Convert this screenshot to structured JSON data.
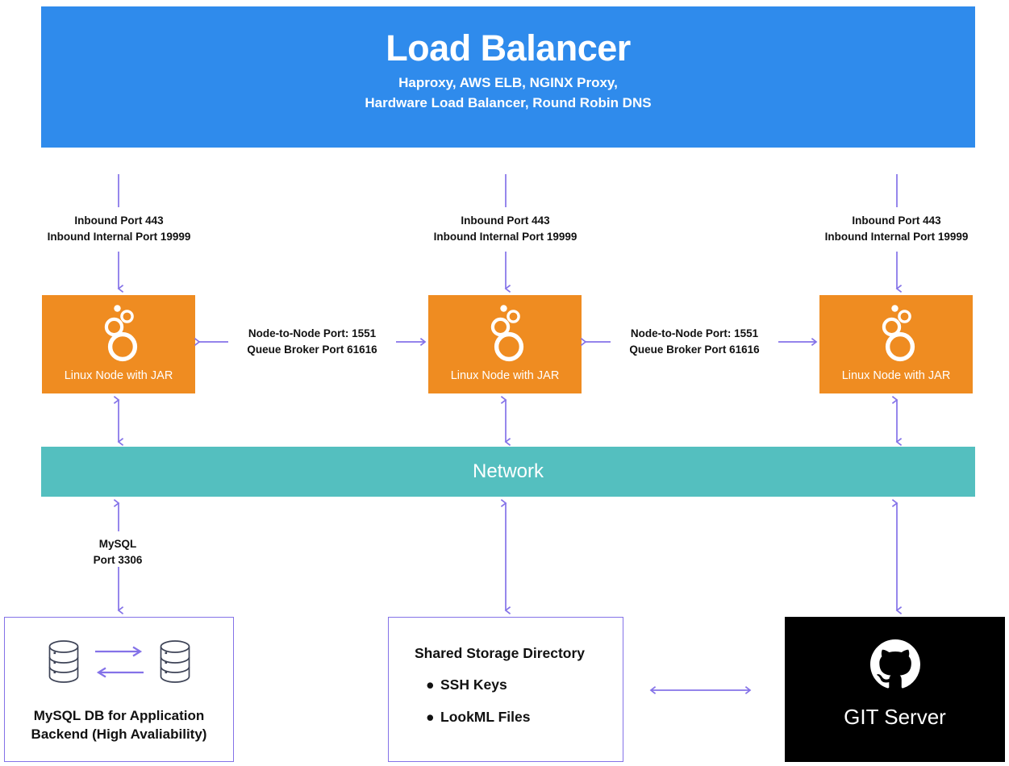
{
  "palette": {
    "load_balancer_blue": "#2f8bec",
    "node_orange": "#ef8c21",
    "network_teal": "#54bfbf",
    "arrow_purple": "#8472e8",
    "git_black": "#000000",
    "text_black": "#111111",
    "white": "#ffffff"
  },
  "load_balancer": {
    "title": "Load Balancer",
    "subtitle_line1": "Haproxy, AWS ELB, NGINX Proxy,",
    "subtitle_line2": "Hardware Load Balancer, Round Robin DNS"
  },
  "inbound_labels": [
    {
      "line1": "Inbound Port 443",
      "line2": "Inbound Internal Port 19999"
    },
    {
      "line1": "Inbound Port 443",
      "line2": "Inbound Internal Port 19999"
    },
    {
      "line1": "Inbound Port 443",
      "line2": "Inbound Internal Port 19999"
    }
  ],
  "nodes": [
    {
      "label": "Linux Node with JAR",
      "icon": "looker-logo-icon"
    },
    {
      "label": "Linux Node with JAR",
      "icon": "looker-logo-icon"
    },
    {
      "label": "Linux Node with JAR",
      "icon": "looker-logo-icon"
    }
  ],
  "node_links": [
    {
      "line1": "Node-to-Node Port: 1551",
      "line2": "Queue Broker Port 61616"
    },
    {
      "line1": "Node-to-Node Port: 1551",
      "line2": "Queue Broker Port 61616"
    }
  ],
  "network": {
    "label": "Network"
  },
  "mysql_link": {
    "line1": "MySQL",
    "line2": "Port 3306"
  },
  "database_box": {
    "caption_line1": "MySQL DB for Application",
    "caption_line2": "Backend (High Avaliability)",
    "icon_left": "database-cylinder-icon",
    "icon_right": "database-cylinder-icon",
    "replication_arrow_right": "arrow-right-icon",
    "replication_arrow_left": "arrow-left-icon"
  },
  "storage_box": {
    "title": "Shared Storage Directory",
    "items": [
      {
        "bullet": "●",
        "label": "SSH Keys"
      },
      {
        "bullet": "●",
        "label": "LookML Files"
      }
    ]
  },
  "git_box": {
    "label": "GIT Server",
    "icon": "github-octocat-icon"
  }
}
